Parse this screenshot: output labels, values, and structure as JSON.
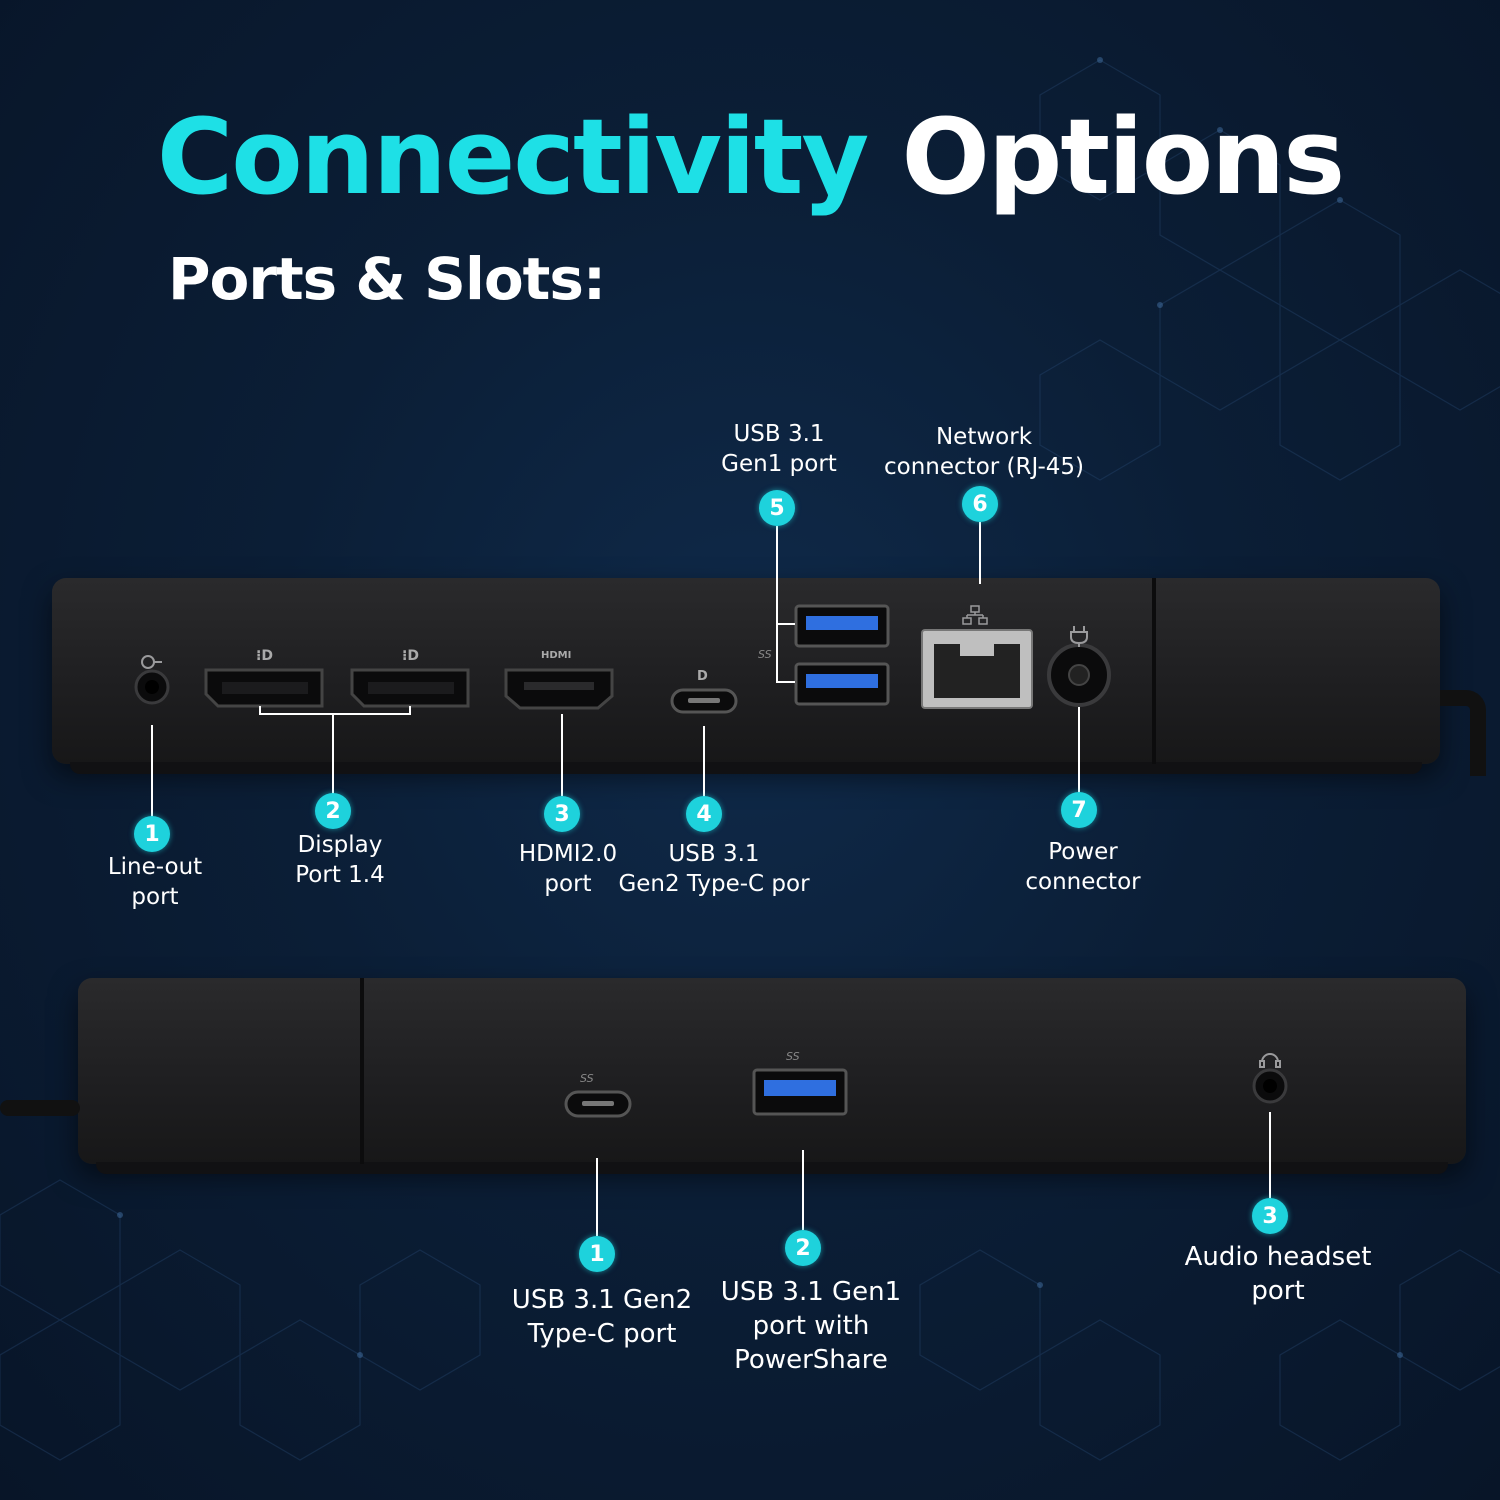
{
  "title": {
    "accent": "Connectivity",
    "main": "Options"
  },
  "subtitle": "Ports & Slots:",
  "rear_ports": [
    {
      "number": "1",
      "label": "Line-out\nport"
    },
    {
      "number": "2",
      "label": "Display\nPort 1.4"
    },
    {
      "number": "3",
      "label": "HDMI2.0\nport"
    },
    {
      "number": "4",
      "label": "USB 3.1\nGen2 Type-C por"
    },
    {
      "number": "5",
      "label": "USB 3.1\nGen1 port"
    },
    {
      "number": "6",
      "label": "Network\nconnector (RJ-45)"
    },
    {
      "number": "7",
      "label": "Power\nconnector"
    }
  ],
  "front_ports": [
    {
      "number": "1",
      "label": "USB 3.1 Gen2\nType-C port"
    },
    {
      "number": "2",
      "label": "USB 3.1 Gen1\nport with\nPowerShare"
    },
    {
      "number": "3",
      "label": "Audio headset\nport"
    }
  ],
  "port_markings": {
    "hdmi": "HDMI",
    "superspeed_10": "SS",
    "superspeed": "SS"
  },
  "colors": {
    "accent": "#1ee0e6",
    "badge": "#1ed2dc",
    "background": "#0b1e36",
    "device": "#1f1f21",
    "usb_blue": "#2f6fe0"
  },
  "icons": {
    "line_out": "headphone-out-icon",
    "displayport": "displayport-icon",
    "usbc": "displayport-icon",
    "network": "network-icon",
    "power": "power-plug-icon",
    "headset": "headset-icon"
  }
}
